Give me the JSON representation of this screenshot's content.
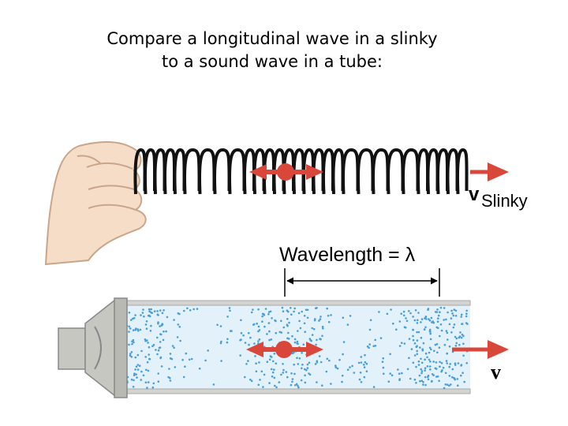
{
  "title": {
    "line1": "Compare a longitudinal wave in a slinky",
    "line2": "to a sound wave in a tube:"
  },
  "labels": {
    "slinky_velocity_symbol": "v",
    "slinky_velocity_subscript": "Slinky",
    "wavelength": "Wavelength = λ",
    "tube_velocity_symbol": "v"
  },
  "colors": {
    "arrow": "#d9463a",
    "air_dots": "#4a9ed8",
    "tube_fill": "#e2f1fa",
    "coil": "#111111",
    "hand_skin": "#f6ddc8",
    "speaker": "#c7c7c2"
  },
  "icons": {
    "hand": "hand-pinching-icon",
    "speaker": "loudspeaker-icon"
  }
}
